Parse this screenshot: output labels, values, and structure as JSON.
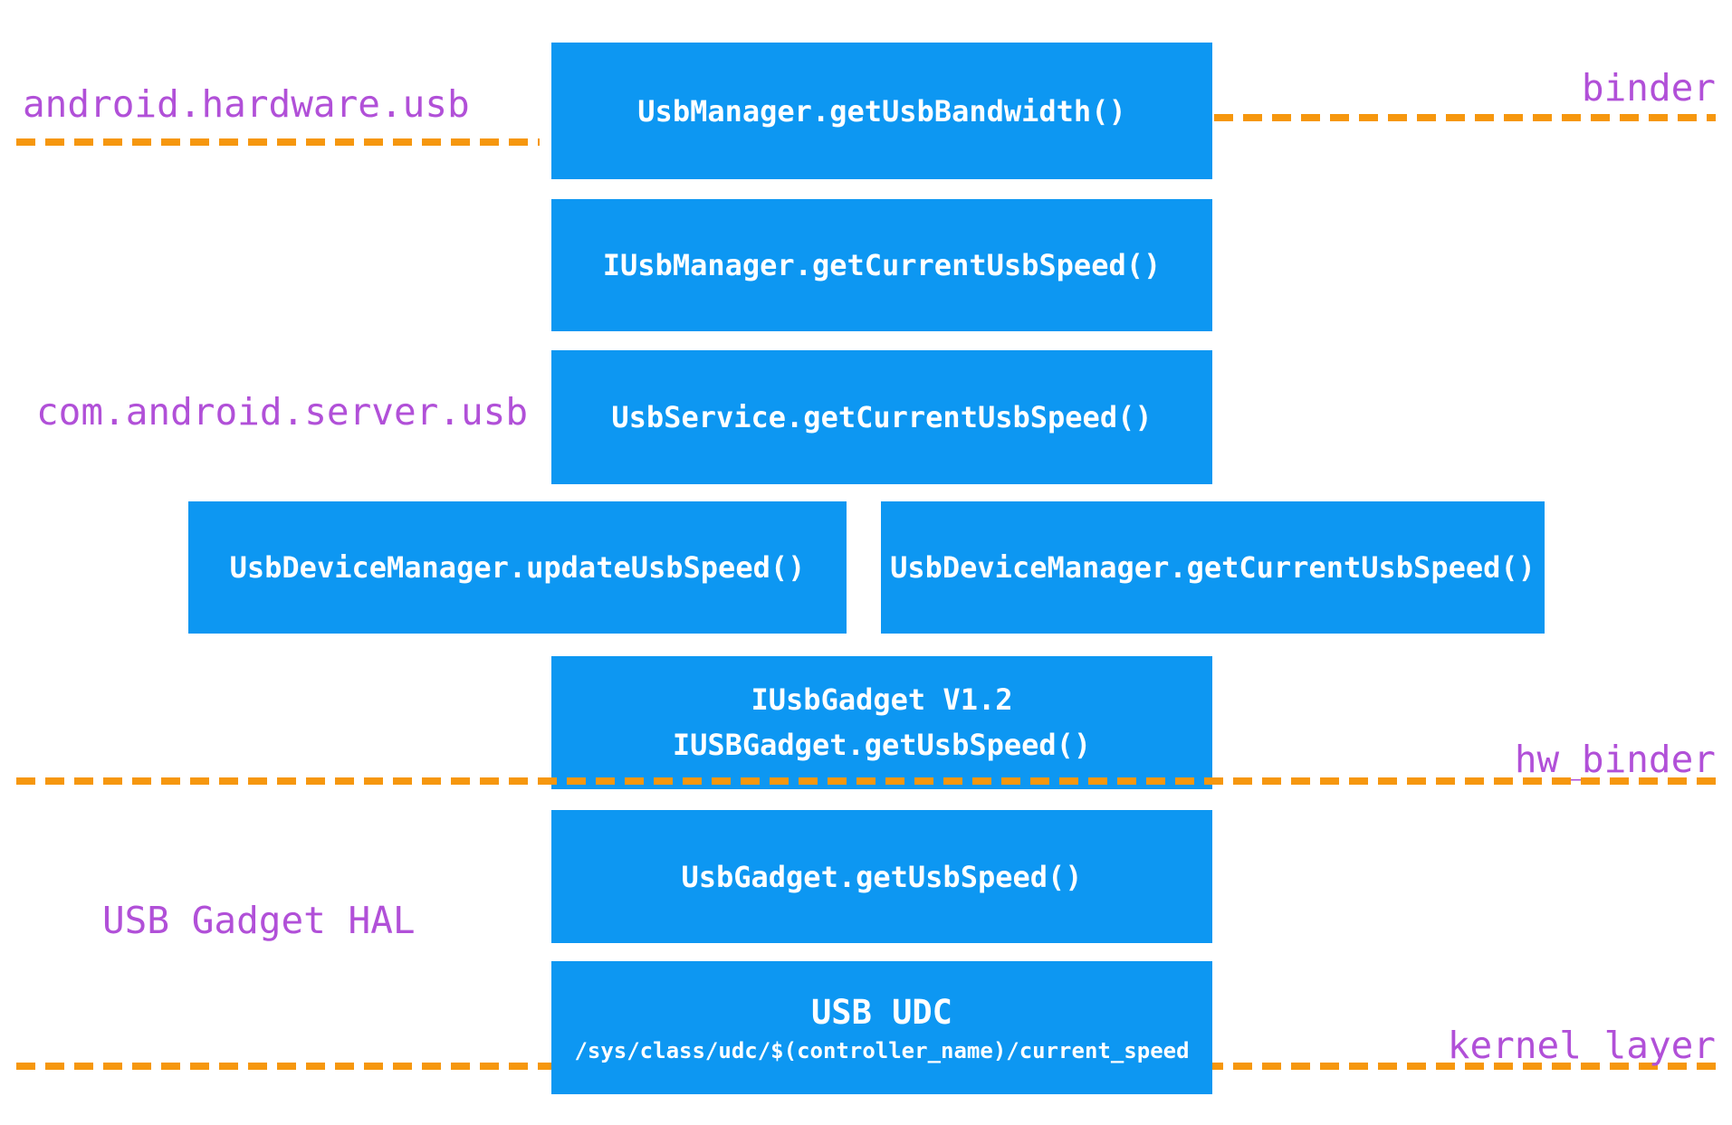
{
  "diagram": {
    "title_hint": "Android USB speed reporting stack",
    "colors": {
      "box_blue": "#0d97f2",
      "label_purple": "#b150d8",
      "line_orange": "#f6970e"
    },
    "layers": {
      "framework_label": "android.hardware.usb",
      "binder_label": "binder",
      "server_label": "com.android.server.usb",
      "hw_binder_label": "hw_binder",
      "hal_label": "USB Gadget HAL",
      "kernel_label": "kernel layer"
    },
    "boxes": {
      "usb_manager": "UsbManager.getUsbBandwidth()",
      "iusb_manager": "IUsbManager.getCurrentUsbSpeed()",
      "usb_service": "UsbService.getCurrentUsbSpeed()",
      "udm_update": "UsbDeviceManager.updateUsbSpeed()",
      "udm_get": "UsbDeviceManager.getCurrentUsbSpeed()",
      "iusb_gadget_line1": "IUsbGadget V1.2",
      "iusb_gadget_line2": "IUSBGadget.getUsbSpeed()",
      "usb_gadget": "UsbGadget.getUsbSpeed()",
      "usb_udc_title": "USB UDC",
      "usb_udc_path": "/sys/class/udc/$(controller_name)/current_speed"
    }
  }
}
